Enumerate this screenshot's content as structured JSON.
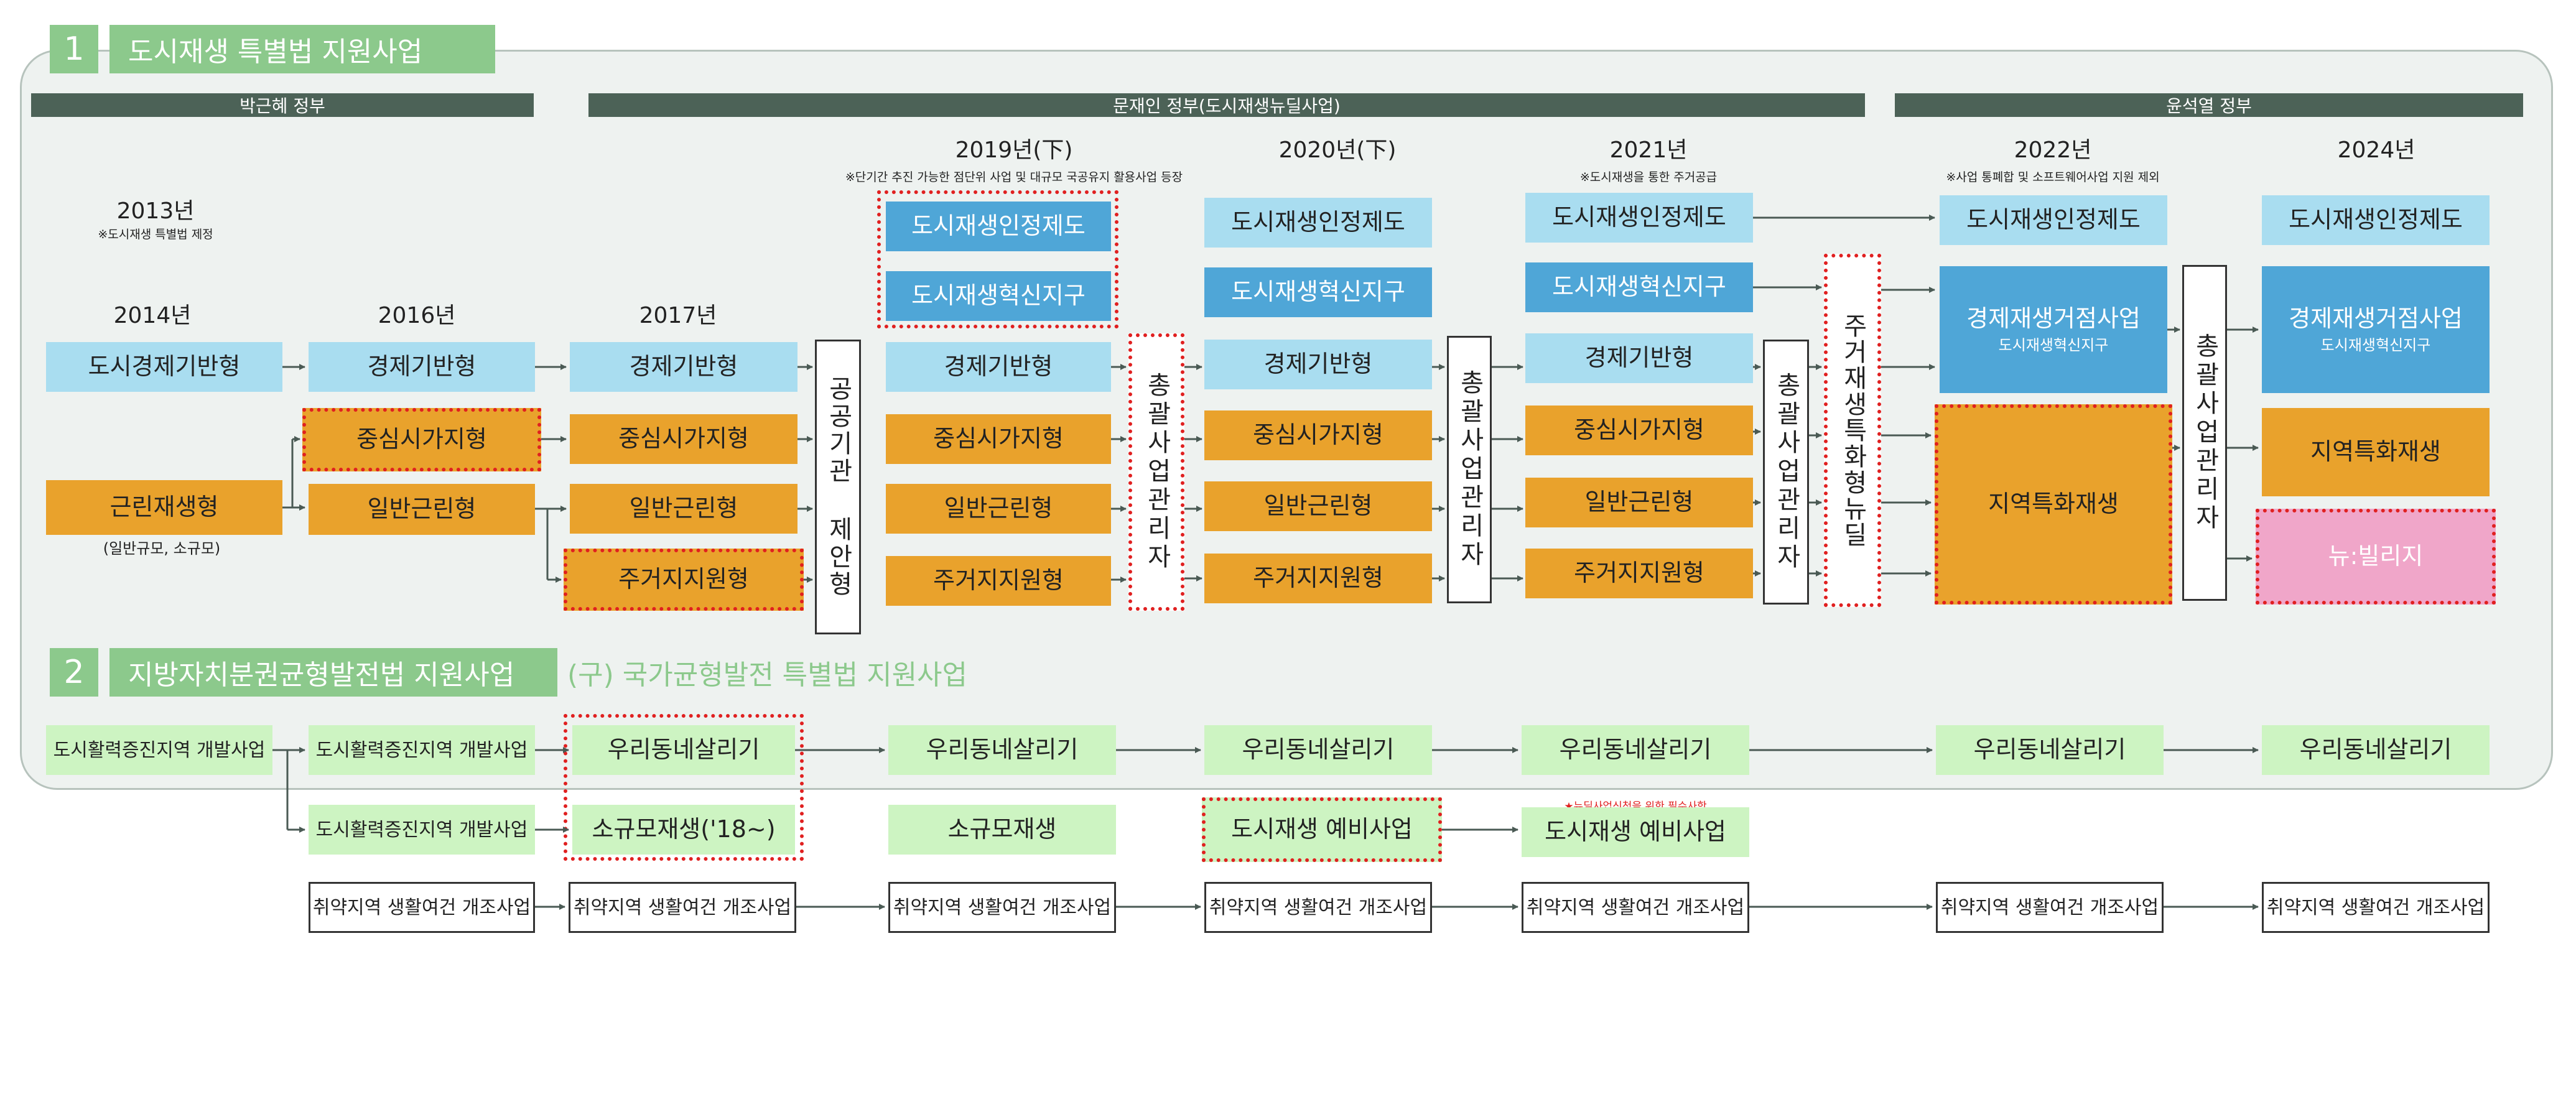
{
  "section1": {
    "num": "1",
    "title": "도시재생 특별법 지원사업"
  },
  "section2": {
    "num": "2",
    "title": "지방자치분권균형발전법 지원사업",
    "subtitle": "(구) 국가균형발전 특별법 지원사업"
  },
  "governments": [
    "박근혜 정부",
    "문재인 정부(도시재생뉴딜사업)",
    "윤석열 정부"
  ],
  "years": {
    "y2013": "2013년",
    "y2014": "2014년",
    "y2016": "2016년",
    "y2017": "2017년",
    "y2019": "2019년(下)",
    "y2020": "2020년(下)",
    "y2021": "2021년",
    "y2022": "2022년",
    "y2024": "2024년"
  },
  "notes": {
    "n2013": "※도시재생 특별법 제정",
    "n2019": "※단기간 추진 가능한 점단위 사업 및 대규모 국공유지 활용사업 등장",
    "n2021": "※도시재생을 통한 주거공급",
    "n2022": "※사업 통폐합 및 소프트웨어사업 지원 제외",
    "n2021b": "★뉴딜사업신청을 위한 필수사항",
    "nNeighborhood": "(일반규모, 소규모)"
  },
  "labels": {
    "city_econ": "도시경제기반형",
    "econ": "경제기반형",
    "center": "중심시가지형",
    "neighborhood": "근린재생형",
    "general": "일반근린형",
    "residential": "주거지지원형",
    "certification": "도시재생인정제도",
    "innovation": "도시재생혁신지구",
    "hub": "경제재생거점사업",
    "hub_sub": "도시재생혁신지구",
    "regional": "지역특화재생",
    "village": "뉴:빌리지",
    "public_proposal": "공공기관 제안형",
    "general_manager": "총괄사업관리자",
    "housing_newdeal": "주거재생특화형뉴딜",
    "promotion": "도시활력증진지역 개발사업",
    "our_town": "우리동네살리기",
    "small_regen": "소규모재생('18~)",
    "small_regen2": "소규모재생",
    "pre_project": "도시재생 예비사업",
    "vulnerable": "취약지역 생활여건 개조사업"
  },
  "colors": {
    "green": "#8cc98c",
    "dark_bar": "#4c6257",
    "light_blue": "#a9ddf0",
    "blue": "#4fa6d7",
    "orange": "#e9a22c",
    "pink": "#f0a6c9",
    "light_green": "#cdf4c2",
    "red_dash": "#e02020"
  }
}
